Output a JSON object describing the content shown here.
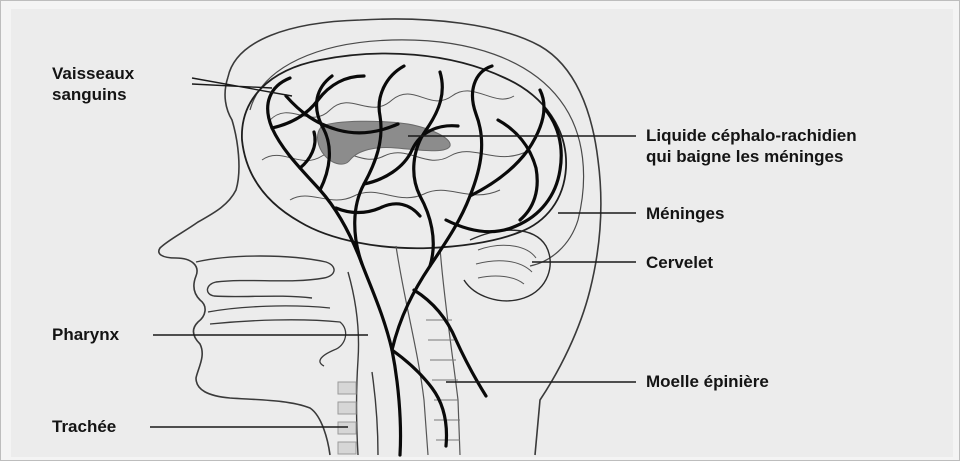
{
  "labels": {
    "vaisseaux_line1": "Vaisseaux",
    "vaisseaux_line2": "sanguins",
    "lcr_line1": "Liquide céphalo-rachidien",
    "lcr_line2": "qui baigne les méninges",
    "meninges": "Méninges",
    "cervelet": "Cervelet",
    "pharynx": "Pharynx",
    "moelle": "Moelle épinière",
    "trachee": "Trachée"
  },
  "colors": {
    "background": "#ececec",
    "outline": "#1a1a1a",
    "vessels": "#0a0a0a",
    "csf": "#8c8c8c",
    "label_text": "#141414"
  }
}
